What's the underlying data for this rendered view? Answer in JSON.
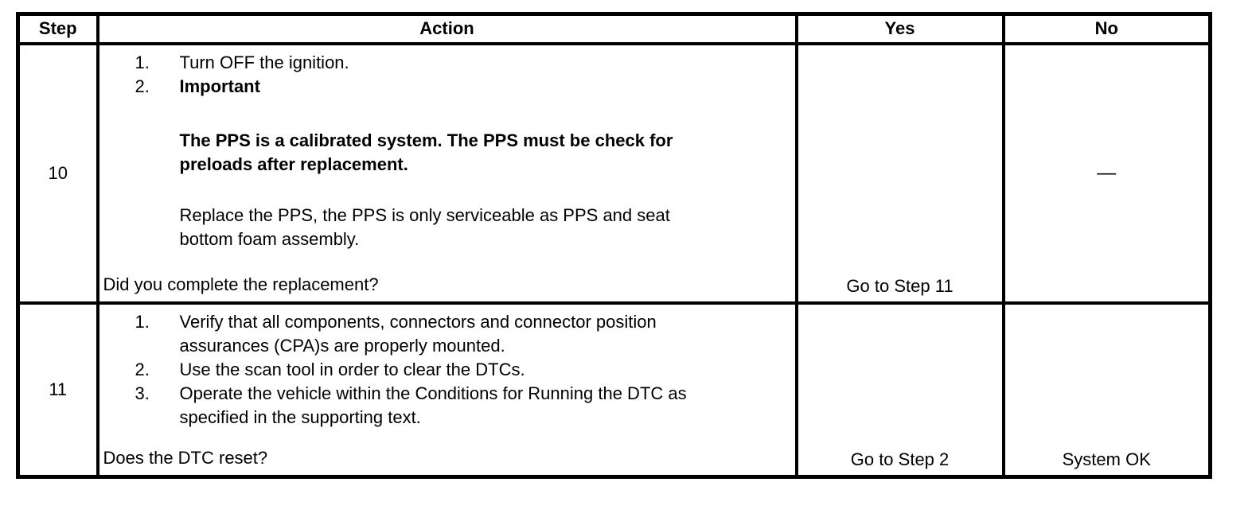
{
  "colors": {
    "border": "#000000",
    "text": "#000000",
    "background": "#ffffff"
  },
  "table": {
    "headers": {
      "step": "Step",
      "action": "Action",
      "yes": "Yes",
      "no": "No"
    },
    "rows": [
      {
        "step": "10",
        "list": [
          {
            "num": "1.",
            "text": "Turn OFF the ignition.",
            "bold": false
          },
          {
            "num": "2.",
            "text": "Important",
            "bold": true
          }
        ],
        "paragraphs": [
          {
            "text": "The PPS is a calibrated system. The PPS must be check for\npreloads after replacement.",
            "bold": true
          },
          {
            "text": "Replace the PPS, the PPS is only serviceable as PPS and seat\nbottom foam assembly.",
            "bold": false
          }
        ],
        "question": "Did you complete the replacement?",
        "yes": "Go to Step 11",
        "no": "—"
      },
      {
        "step": "11",
        "list": [
          {
            "num": "1.",
            "text": "Verify that all components, connectors and connector position\nassurances (CPA)s are properly mounted.",
            "bold": false
          },
          {
            "num": "2.",
            "text": "Use the scan tool in order to clear the DTCs.",
            "bold": false
          },
          {
            "num": "3.",
            "text": "Operate the vehicle within the Conditions for Running the DTC as\nspecified in the supporting text.",
            "bold": false
          }
        ],
        "paragraphs": [],
        "question": "Does the DTC reset?",
        "yes": "Go to Step 2",
        "no": "System OK"
      }
    ]
  }
}
